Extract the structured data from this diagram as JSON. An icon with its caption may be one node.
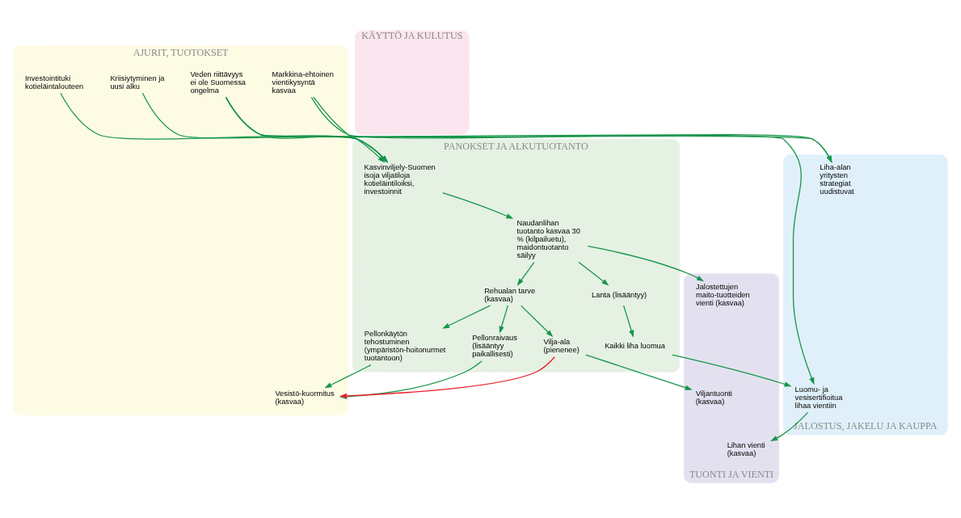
{
  "diagram": {
    "nodes": [
      {
        "text": [
          "AJURIT, TUOTOKSET"
        ]
      },
      {
        "text": [
          "Kriisiytyminen ja uusi alku"
        ],
        "in": 0
      },
      {
        "text": [
          "Markkina-ehtoinen vientikysyntä kasvaa"
        ],
        "in": 0
      },
      {
        "text": [
          "Investointituki kotieläintalouteen"
        ],
        "in": 0
      },
      {
        "text": [
          "Veden riittävyys ei ole Suomessa ongelma"
        ],
        "in": 0
      },
      {
        "text": [
          "Vesistö-kuormitus (kasvaa)"
        ],
        "in": 0
      },
      {
        "text": [
          "PANOKSET JA ALKUTUOTANTO"
        ]
      },
      {
        "text": [
          "Kasvinviljely-Suomen isoja viljatiloja kotieläintiloiksi, investoinnit"
        ],
        "in": 6
      },
      {
        "text": [
          "Pellonkäytön tehostuminen (ympäristön-hoitonurmet tuotantoon)"
        ],
        "in": 6
      },
      {
        "text": [
          "Pellonraivaus (lisääntyy paikallisesti)"
        ],
        "in": 6
      },
      {
        "text": [
          "Rehualan tarve (kasvaa)"
        ],
        "in": 6
      },
      {
        "text": [
          "Naudanlihan tuotanto kasvaa 30 % (kilpailuetu), maidontuotanto säilyy"
        ],
        "in": 6
      },
      {
        "text": [
          "Vilja-ala (pienenee)"
        ],
        "in": 6
      },
      {
        "text": [
          "Lanta (lisääntyy)"
        ],
        "in": 6
      },
      {
        "text": [
          "Kaikki liha luomua"
        ],
        "in": 6
      },
      {
        "text": [
          "JALOSTUS, JAKELU JA KAUPPA"
        ]
      },
      {
        "text": [
          "Liha-alan yritysten strategiat uudistuvat"
        ],
        "in": 15
      },
      {
        "text": [
          "Luomu- ja vesisertifioitua lihaa vientiin"
        ],
        "in": 15
      },
      {
        "text": [
          "KÄYTTÖ JA KULUTUS"
        ]
      },
      {
        "text": [
          "TUONTI JA VIENTI"
        ]
      },
      {
        "text": [
          "Viljantuonti (kasvaa)"
        ],
        "in": 19
      },
      {
        "text": [
          "Jalostettujen maito-tuotteiden vienti (kasvaa)"
        ],
        "in": 19
      },
      {
        "text": [
          "Lihan vienti (kasvaa)"
        ],
        "in": 19
      }
    ],
    "edges": [
      {
        "from": 1,
        "to": 7,
        "arrow": "to"
      },
      {
        "from": 2,
        "to": 7,
        "arrow": "to"
      },
      {
        "from": 3,
        "to": 7,
        "arrow": "to"
      },
      {
        "from": 4,
        "to": 7,
        "arrow": "to"
      },
      {
        "from": 2,
        "to": 16,
        "arrow": "to"
      },
      {
        "from": 4,
        "to": 16,
        "arrow": "to"
      },
      {
        "from": 4,
        "to": 17,
        "arrow": "to"
      },
      {
        "from": 8,
        "to": 5,
        "arrow": "to"
      },
      {
        "from": 9,
        "to": 5,
        "arrow": "to"
      },
      {
        "from": 12,
        "to": 5,
        "arrow": "to",
        "color": "#e8202a"
      },
      {
        "from": 7,
        "to": 11,
        "arrow": "to"
      },
      {
        "from": 11,
        "to": 10,
        "arrow": "to"
      },
      {
        "from": 11,
        "to": 13,
        "arrow": "to"
      },
      {
        "from": 10,
        "to": 8,
        "arrow": "to"
      },
      {
        "from": 10,
        "to": 9,
        "arrow": "to"
      },
      {
        "from": 10,
        "to": 12,
        "arrow": "to"
      },
      {
        "from": 12,
        "to": 20,
        "arrow": "to"
      },
      {
        "from": 13,
        "to": 14,
        "arrow": "to"
      },
      {
        "from": 14,
        "to": 17,
        "arrow": "to"
      },
      {
        "from": 17,
        "to": 22,
        "arrow": "to"
      },
      {
        "from": 11,
        "to": 21,
        "arrow": "to"
      }
    ]
  }
}
